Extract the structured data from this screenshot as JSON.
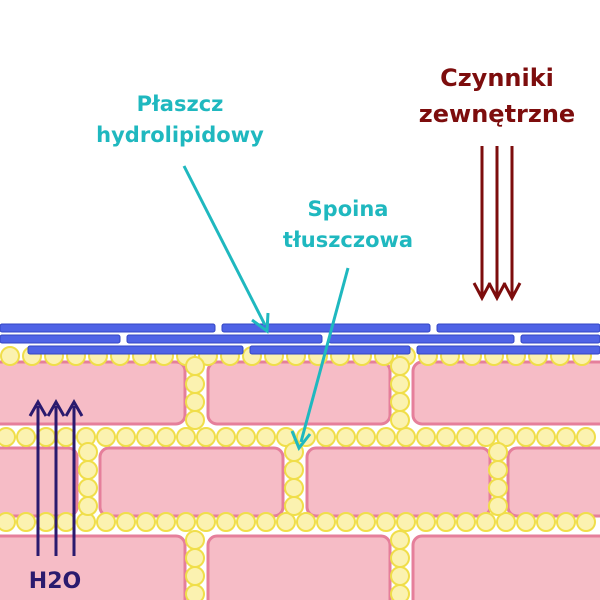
{
  "labels": {
    "hydrolipid_line1": "Płaszcz",
    "hydrolipid_line2": "hydrolipidowy",
    "lipid_line1": "Spoina",
    "lipid_line2": "tłuszczowa",
    "external_line1": "Czynniki",
    "external_line2": "zewnętrzne",
    "water": "H2O"
  },
  "colors": {
    "teal": "#1fb8bf",
    "dark_red": "#7d0d0d",
    "navy": "#2a1a6e",
    "blue_layer": "#4f63e6",
    "cell_fill": "#f6bcc6",
    "cell_stroke": "#e57f9b",
    "lipid_fill": "#fbf2b0",
    "lipid_stroke": "#f0de4a"
  }
}
